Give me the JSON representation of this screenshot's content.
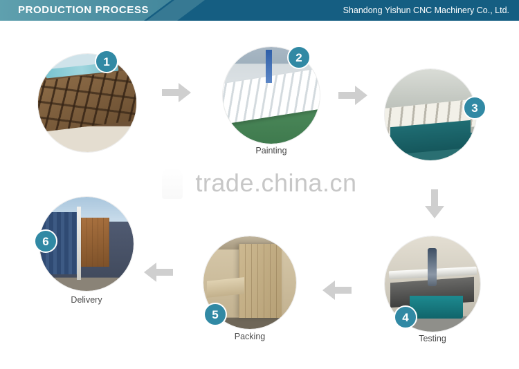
{
  "header": {
    "title": "PRODUCTION PROCESS",
    "company": "Shandong Yishun CNC Machinery Co., Ltd.",
    "left_band_color": "#4d8fa2",
    "right_band_color": "#155e82",
    "text_color": "#ffffff"
  },
  "watermark": {
    "text": "trade.china.cn",
    "color": "#c7c7c7",
    "logo_icon": "cup-logo-icon"
  },
  "style": {
    "badge_color": "#3189a4",
    "badge_text_color": "#ffffff",
    "arrow_color": "#cfcfcf",
    "label_color": "#4a4a4a",
    "page_background": "#ffffff"
  },
  "steps": [
    {
      "number": "1",
      "label": "",
      "photo_alt": "welded steel machine frame",
      "badge_position": "top-right"
    },
    {
      "number": "2",
      "label": "Painting",
      "photo_alt": "white painted machine frame in paint shop",
      "badge_position": "top-right"
    },
    {
      "number": "3",
      "label": "",
      "photo_alt": "machine assembly on factory floor",
      "badge_position": "right"
    },
    {
      "number": "4",
      "label": "Testing",
      "photo_alt": "CNC router being tested",
      "badge_position": "bottom-left"
    },
    {
      "number": "5",
      "label": "Packing",
      "photo_alt": "wooden crate packing",
      "badge_position": "bottom-left"
    },
    {
      "number": "6",
      "label": "Delivery",
      "photo_alt": "shipping container loading",
      "badge_position": "left"
    }
  ],
  "arrows": [
    {
      "direction": "right",
      "between": "1-2"
    },
    {
      "direction": "right",
      "between": "2-3"
    },
    {
      "direction": "down",
      "between": "3-4"
    },
    {
      "direction": "left",
      "between": "4-5"
    },
    {
      "direction": "left",
      "between": "5-6"
    }
  ]
}
